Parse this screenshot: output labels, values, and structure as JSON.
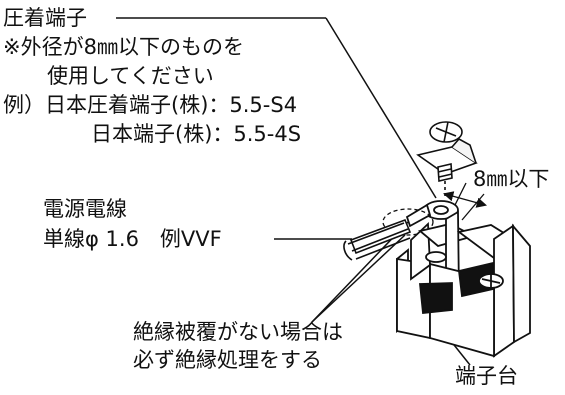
{
  "labels": {
    "terminal_name": "圧着端子",
    "note_line_1": "※外径が8㎜以下のものを",
    "note_line_2": "使用してください",
    "example_line_1": "例）日本圧着端子(株)：5.5-S4",
    "example_line_2": "日本端子(株)：5.5-4S",
    "power_cable": "電源電線",
    "cable_spec": "単線φ 1.6　例VVF",
    "dimension": "8㎜以下",
    "insulation_line_1": "絶縁被覆がない場合は",
    "insulation_line_2": "必ず絶縁処理をする",
    "terminal_block": "端子台"
  }
}
